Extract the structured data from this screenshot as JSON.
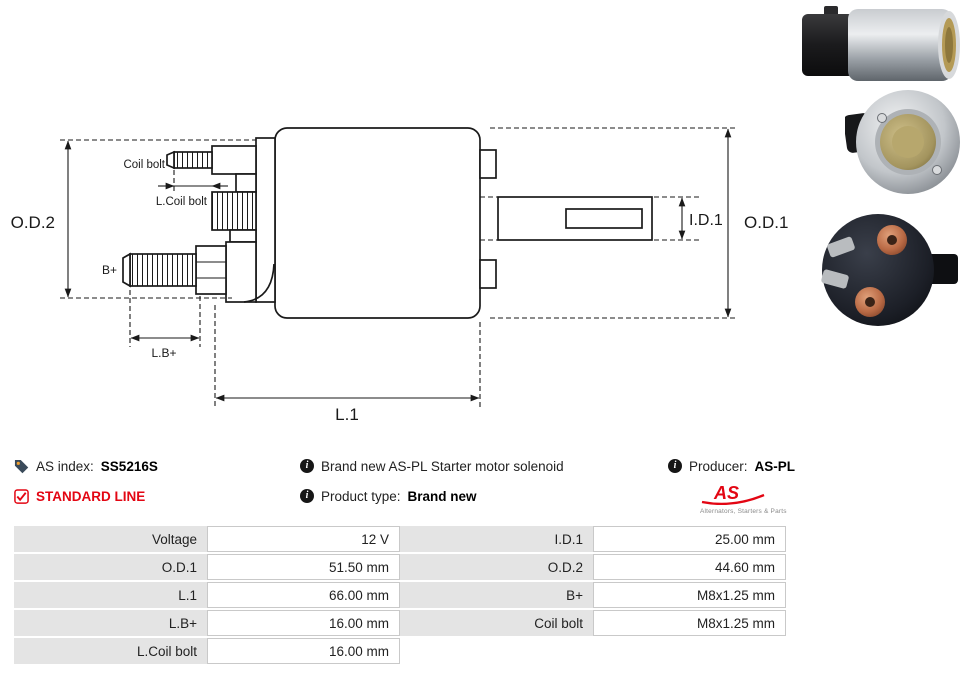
{
  "drawing": {
    "od2": "O.D.2",
    "od1": "O.D.1",
    "id1": "I.D.1",
    "l1": "L.1",
    "coil_bolt": "Coil bolt",
    "l_coil_bolt": "L.Coil bolt",
    "b_plus": "B+",
    "l_b_plus": "L.B+"
  },
  "info": {
    "as_index": {
      "label": "AS index:",
      "value": "SS5216S"
    },
    "standard_line": "STANDARD LINE",
    "description": "Brand new AS-PL Starter motor solenoid",
    "product_type": {
      "label": "Product type:",
      "value": "Brand new"
    },
    "producer": {
      "label": "Producer:",
      "value": "AS-PL"
    },
    "logo": {
      "text": "AS",
      "tagline": "Alternators, Starters & Parts"
    }
  },
  "colors": {
    "accent_red": "#e30613",
    "table_label_bg": "#e4e4e4",
    "line_color": "#1a1a1a"
  },
  "table": {
    "rows": [
      {
        "l1": "Voltage",
        "v1": "12 V",
        "l2": "I.D.1",
        "v2": "25.00 mm"
      },
      {
        "l1": "O.D.1",
        "v1": "51.50 mm",
        "l2": "O.D.2",
        "v2": "44.60 mm"
      },
      {
        "l1": "L.1",
        "v1": "66.00 mm",
        "l2": "B+",
        "v2": "M8x1.25 mm"
      },
      {
        "l1": "L.B+",
        "v1": "16.00 mm",
        "l2": "Coil bolt",
        "v2": "M8x1.25 mm"
      },
      {
        "l1": "L.Coil bolt",
        "v1": "16.00 mm",
        "l2": "",
        "v2": ""
      }
    ]
  }
}
